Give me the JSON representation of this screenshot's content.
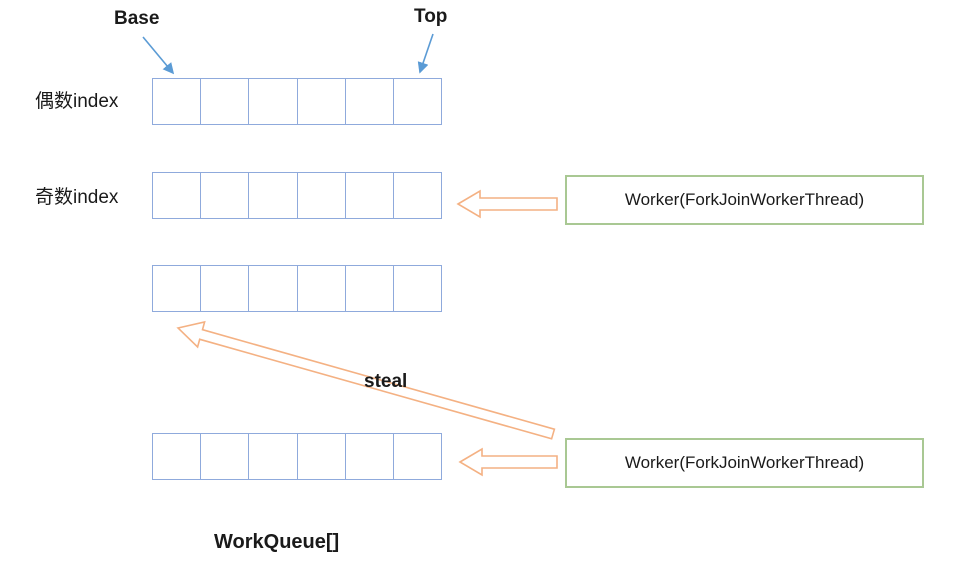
{
  "labels": {
    "base": "Base",
    "top": "Top",
    "even_index": "偶数index",
    "odd_index": "奇数index",
    "steal": "steal",
    "work_queue_array": "WorkQueue[]"
  },
  "workers": [
    {
      "label": "Worker(ForkJoinWorkerThread)"
    },
    {
      "label": "Worker(ForkJoinWorkerThread)"
    }
  ],
  "queues": {
    "count": 4,
    "cells_per_queue": 6
  },
  "colors": {
    "queue_border": "#8FAADC",
    "arrow_blue": "#5B9BD5",
    "arrow_orange": "#F4B183",
    "worker_border": "#A9C893",
    "text_color": "#1A1A1A",
    "canvas_bg": "#FFFFFF"
  }
}
